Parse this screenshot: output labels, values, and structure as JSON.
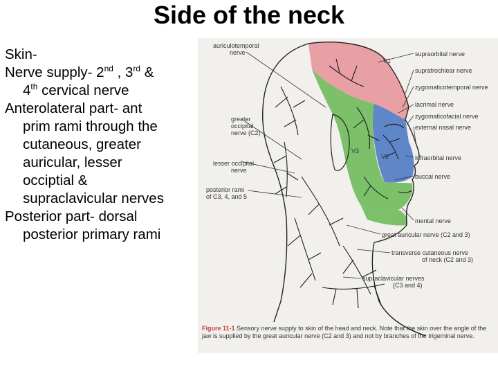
{
  "slide": {
    "title": "Side of the neck",
    "lines": {
      "skin": "Skin-",
      "supply_a": "Nerve supply- 2",
      "sup_nd": "nd",
      "supply_b": " , 3",
      "sup_rd": "rd",
      "supply_c": " &",
      "supply_d": "4",
      "sup_th": "th",
      "supply_e": " cervical nerve",
      "antero_1": "Anterolateral part- ant",
      "antero_2": "prim rami through the",
      "antero_3": "cutaneous, greater",
      "antero_4": "auricular, lesser",
      "antero_5": "occiptial &",
      "antero_6": "supraclavicular nerves",
      "post_1": "Posterior part- dorsal",
      "post_2": "posterior primary rami"
    }
  },
  "figure": {
    "labels_left": {
      "auriculotemporal_1": "auriculotemporal",
      "auriculotemporal_2": "nerve",
      "greater_occipital_1": "greater",
      "greater_occipital_2": "occipital",
      "greater_occipital_3": "nerve (C2)",
      "lesser_occipital_1": "lesser occipital",
      "lesser_occipital_2": "nerve",
      "posterior_rami_1": "posterior rami",
      "posterior_rami_2": "of C3, 4, and 5"
    },
    "labels_right": {
      "supraorbital": "supraorbital nerve",
      "supratrochlear": "supratrochlear nerve",
      "zygomaticotemporal": "zygomaticotemporal nerve",
      "lacrimal": "lacrimal nerve",
      "zygomaticofacial": "zygomaticofacial nerve",
      "external_nasal": "external nasal nerve",
      "infraorbital": "infraorbital nerve",
      "buccal": "buccal nerve",
      "mental": "mental nerve",
      "great_auricular": "great auricular nerve (C2 and 3)",
      "transverse_1": "transverse cutaneous nerve",
      "transverse_2": "of neck (C2 and 3)",
      "supraclavicular_1": "supraclavicular nerves",
      "supraclavicular_2": "(C3 and 4)"
    },
    "zones": {
      "v1": "V1",
      "v2": "V2",
      "v3": "V3"
    },
    "caption": {
      "fig_no": "Figure 11-1",
      "text": " Sensory nerve supply to skin of the head and neck. Note that the skin over the angle of the jaw is supplied by the great auricular nerve (C2 and 3) and not by branches of the trigeminal nerve."
    },
    "colors": {
      "v1": "#e8a0a4",
      "v2": "#5e86c8",
      "v3": "#7cc06a",
      "background": "#f1f0ec"
    }
  }
}
